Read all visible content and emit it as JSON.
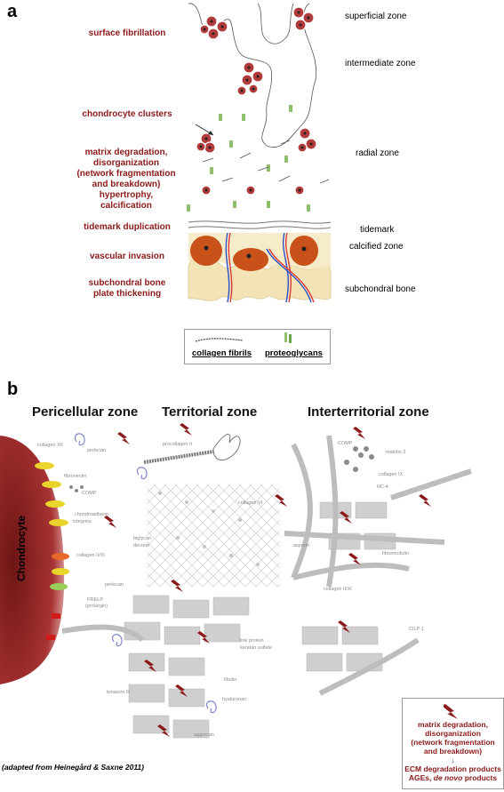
{
  "panel_a": {
    "letter": "a",
    "left_labels": {
      "surface_fibrillation": "surface fibrillation",
      "chondrocyte_clusters": "chondrocyte clusters",
      "matrix_degradation": [
        "matrix degradation,",
        "disorganization",
        "(network fragmentation",
        "and breakdown)",
        "hypertrophy, calcification"
      ],
      "tidemark_duplication": "tidemark duplication",
      "vascular_invasion": "vascular invasion",
      "subchondral_thickening": [
        "subchondral bone",
        "plate thickening"
      ]
    },
    "zones": {
      "superficial": "superficial zone",
      "intermediate": "intermediate zone",
      "radial": "radial zone",
      "tidemark": "tidemark",
      "calcified": "calcified zone",
      "subchondral": "subchondral bone"
    },
    "legend": {
      "collagen": "collagen fibrils",
      "proteoglycans": "proteoglycans"
    }
  },
  "panel_b": {
    "letter": "b",
    "zone_titles": {
      "pericellular": "Pericellular zone",
      "territorial": "Territorial zone",
      "interterritorial": "Interterritorial zone"
    },
    "cell_label": "Chondrocyte",
    "molecules": {
      "collagen_xii": "collagen XII",
      "perlecan_1": "perlecan",
      "fibronectin": "fibronectin",
      "comp_1": "COMP",
      "chondroadherin": "chondroadherin",
      "integrins": "integrins",
      "collagen_ix_xi": "collagen II/XI",
      "perlecan_2": "perlecan",
      "prelp": "PRELP",
      "prolargin": "(prolargin)",
      "procollagen": "procollagen II",
      "biglycan": "biglycan",
      "decorin": "decorin",
      "collagen_vi": "collagen VI",
      "link_protein": "link protein",
      "keratan_sulfate": "keratan sulfate",
      "fibulin": "fibulin",
      "tenascin": "tenascin R",
      "hyaluronan": "hyaluronan",
      "aggrecan": "aggrecan",
      "comp_2": "COMP",
      "matrilin": "matrilin 3",
      "collagen_ix": "collagen IX",
      "nc4": "NC-4",
      "asporin": "asporin",
      "fibromodulin": "fibromodulin",
      "collagen_ii_xi": "collagen II/XI",
      "cilp": "CILP-1"
    },
    "legend": {
      "lines": [
        "matrix degradation,",
        "disorganization",
        "(network fragmentation",
        "and breakdown)"
      ],
      "arrow": "↓",
      "products": "ECM degradation products",
      "ages_prefix": "AGEs, ",
      "ages_italic": "de novo",
      "ages_suffix": " products"
    },
    "credit": "(adapted from Heinegård & Saxne 2011)"
  },
  "colors": {
    "dark_red": "#8b1a1a",
    "cell_body": "#9b2a2a",
    "bone": "#f3e4b8",
    "calcified_cell": "#c9511a"
  }
}
